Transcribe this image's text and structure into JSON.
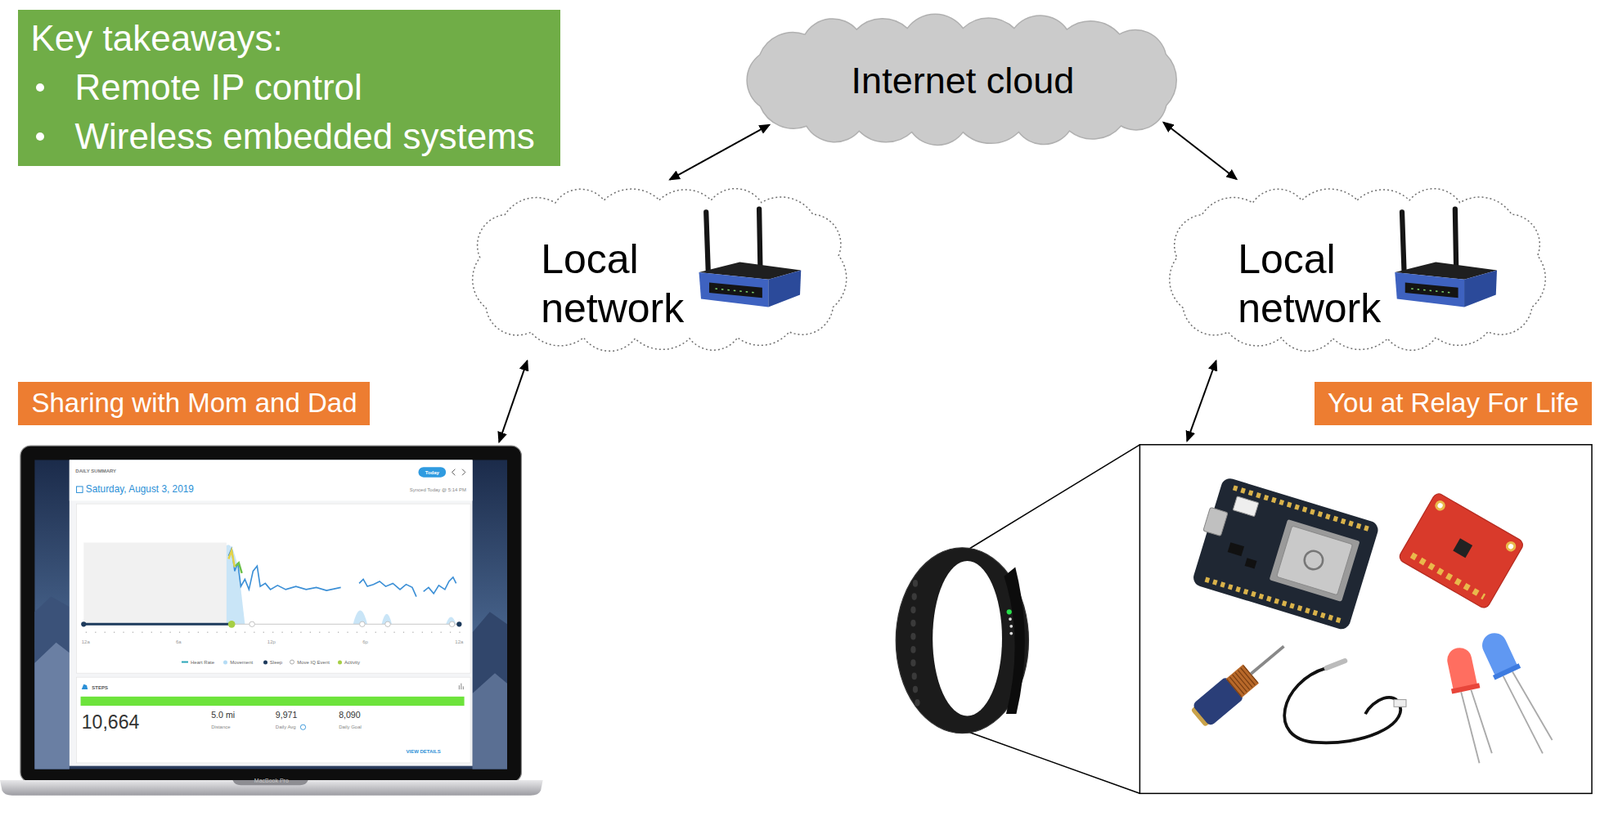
{
  "diagram": {
    "nodes": [
      {
        "text": [
          "Key takeaways:",
          "Remote IP control",
          "Wireless embedded systems"
        ]
      },
      {
        "text": [
          "Internet cloud"
        ]
      },
      {
        "text": [
          "Local network"
        ]
      },
      {
        "text": [
          "Local network"
        ]
      },
      {
        "text": [
          "Sharing with Mom and Dad",
          "MacBook Pro"
        ]
      },
      {
        "text": [
          "You at Relay For Life"
        ]
      }
    ],
    "edges": [
      {
        "from": 2,
        "to": 1,
        "arrow": "both"
      },
      {
        "from": 1,
        "to": 3,
        "arrow": "both"
      },
      {
        "from": 2,
        "to": 4,
        "arrow": "both"
      },
      {
        "from": 3,
        "to": 5,
        "arrow": "both"
      }
    ],
    "labels": [
      "DAILY SUMMARY",
      "Today",
      "Saturday, August 3, 2019",
      "Synced Today @ 5:14 PM",
      "12a",
      "6a",
      "12p",
      "6p",
      "12a",
      "STEPS",
      "10,664",
      "5.0 mi",
      "Distance",
      "9,971",
      "Daily Avg",
      "8,090",
      "Daily Goal",
      "VIEW DETAILS"
    ],
    "legend": [
      {
        "text": "Heart Rate"
      },
      {
        "text": "Movement",
        "color": "#b5dcf5"
      },
      {
        "text": "Sleep",
        "color": "#1d3a5c"
      },
      {
        "text": "Move IQ Event"
      },
      {
        "text": "Activity",
        "color": "#a6cf45"
      }
    ]
  }
}
